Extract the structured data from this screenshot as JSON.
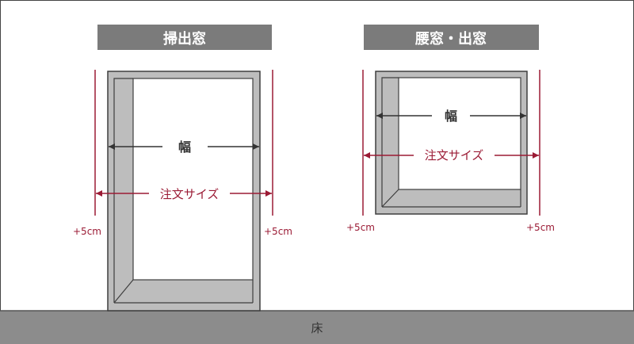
{
  "colors": {
    "accent": "#9b1b35",
    "dark_text": "#333333",
    "title_bg": "#7b7b7b",
    "frame_fill": "#bdbdbd",
    "frame_stroke": "#3e3e3e",
    "floor_fill": "#8c8c8c",
    "wall_fill": "#ffffff",
    "wall_stroke": "#444444"
  },
  "floor": {
    "label": "床"
  },
  "windows": [
    {
      "title": "掃出窓",
      "width_label": "幅",
      "order_label": "注文サイズ",
      "left_margin": "+5cm",
      "right_margin": "+5cm"
    },
    {
      "title": "腰窓・出窓",
      "width_label": "幅",
      "order_label": "注文サイズ",
      "left_margin": "+5cm",
      "right_margin": "+5cm"
    }
  ]
}
